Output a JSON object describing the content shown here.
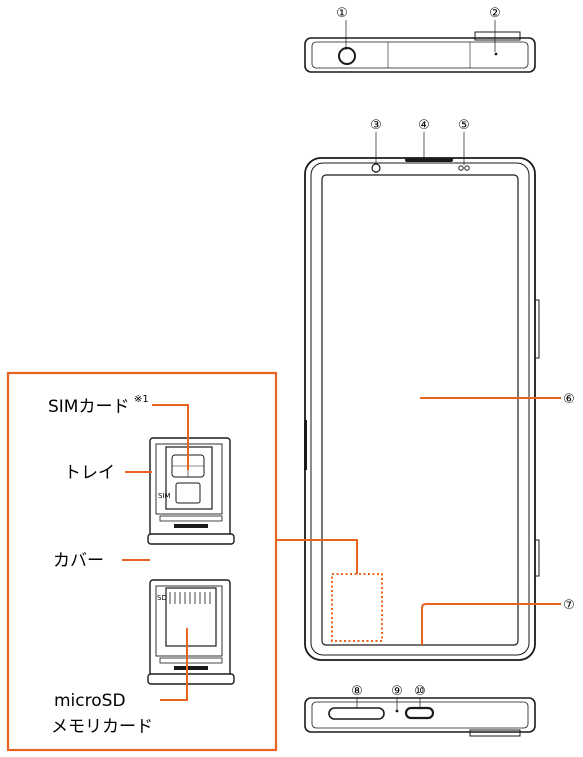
{
  "callouts": {
    "c1": "①",
    "c2": "②",
    "c3": "③",
    "c4": "④",
    "c5": "⑤",
    "c6": "⑥",
    "c7": "⑦",
    "c8": "⑧",
    "c9": "⑨",
    "c10": "⑩"
  },
  "inset": {
    "sim_card": "SIMカード",
    "sim_note": "※1",
    "tray": "トレイ",
    "cover": "カバー",
    "microsd_line1": "microSD",
    "microsd_line2": "メモリカード",
    "tray_marking_sim": "SIM",
    "tray_marking_sd": "SD"
  },
  "colors": {
    "accent": "#e8641e",
    "line": "#1a1a1a"
  }
}
